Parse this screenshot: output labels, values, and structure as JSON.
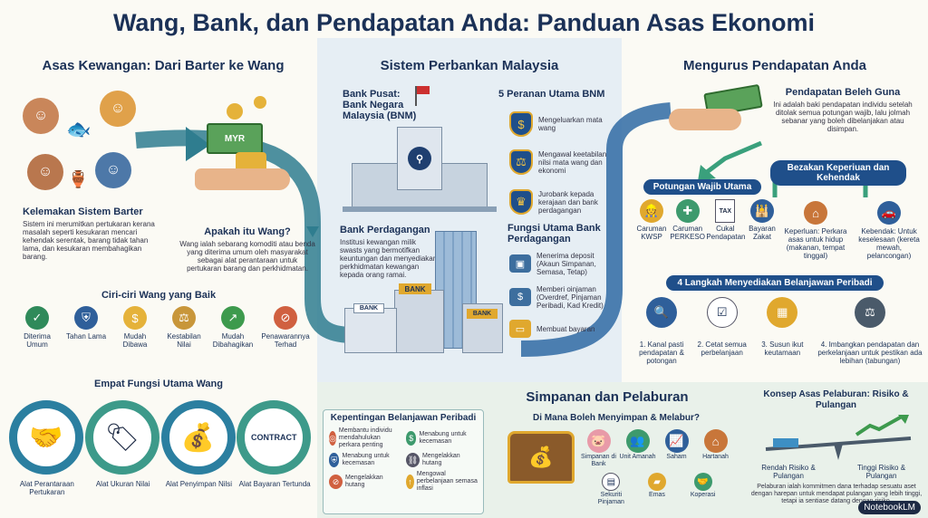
{
  "title": "Wang, Bank, dan Pendapatan Anda: Panduan Asas Ekonomi",
  "left": {
    "heading": "Asas Kewangan: Dari Barter ke Wang",
    "myr_label": "MYR",
    "barter": {
      "title": "Kelemakan Sistem Barter",
      "body": "Sistem ini merumitkan pertukaran kerana masalah seperti kesukaran mencari kehendak serentak, barang tidak tahan lama, dan kesukaran membahagikan barang."
    },
    "money": {
      "title": "Apakah itu Wang?",
      "body": "Wang ialah sebarang komoditi atau benda yang diterima umum oleh masyarakat sebagai alat perantaraan untuk pertukaran barang dan perkhidmatan."
    },
    "features_heading": "Ciri-ciri Wang yang Baik",
    "features": [
      "Diterima Umum",
      "Tahan Lama",
      "Mudah Dibawa",
      "Kestabilan Nilai",
      "Mudah Dibahagikan",
      "Penawarannya Terhad"
    ],
    "functions_heading": "Empat Fungsi Utama Wang",
    "functions": [
      "Alat Perantaraan Pertukaran",
      "Alat Ukuran Nilai",
      "Alat Penyimpan Nilsi",
      "Alat Bayaran Tertunda"
    ],
    "contract_label": "CONTRACT"
  },
  "middle": {
    "heading": "Sistem Perbankan Malaysia",
    "central": "Bank Pusat: Bank Negara Malaysia (BNM)",
    "bnm_roles_title": "5 Peranan Utama BNM",
    "bnm_roles": [
      "Mengeluarkan mata wang",
      "Mengawal keetabilan nilsi mata wang dan ekonomi",
      "Jurobank kepada kerajaan dan bank perdagangan"
    ],
    "commercial_title": "Bank Perdagangan",
    "commercial_body": "Institusi kewangan milik swasts yang bermotifkan keuntungan dan menyediakan perkhidmatan kewangan kepada orang ramai.",
    "bank_sign": "BANK",
    "functions_title": "Fungsi Utama Bank Perdagangan",
    "functions": [
      "Menerima deposit (Akaun Simpanan, Semasa, Tetap)",
      "Memberi oinjaman (Overdref, Pinjaman Peribadi, Kad Kredit)",
      "Membuat bayaran"
    ]
  },
  "right": {
    "heading": "Mengurus Pendapatan Anda",
    "disposable_title": "Pendapatan Beleh Guna",
    "disposable_body": "Ini adalah baki pendapatan individu setelah ditolak semua potungan wajib, lalu jolmah sebanar yang boleh dibelanjakan atau disimpan.",
    "deductions_title": "Potungan Wajib Utama",
    "deductions": [
      "Caruman KWSP",
      "Caruman PERKESO",
      "Cukal Pendapatan",
      "Bayaran Zakat"
    ],
    "tax_label": "TAX",
    "needs_title": "Bezakan Keperiuan dan Kehendak",
    "need": "Keperluan: Perkara asas untuk hidup (makanan, tempat tinggal)",
    "want": "Kebendak: Untuk keselesaan (kereta mewah, pelancongan)",
    "budget_title": "4 Langkah Menyediakan Belanjawan Peribadi",
    "budget_steps": [
      "1. Kanal pasti pendapatan & potongan",
      "2. Cetat semua perbelanjaan",
      "3. Susun ikut keutamaan",
      "4. Imbangkan pendapatan dan perkelanjaan untuk pestikan ada lebihan (tabungan)"
    ]
  },
  "bottom": {
    "heading": "Simpanan dan Pelaburan",
    "importance_title": "Kepentingan Belanjawan Peribadi",
    "importance": [
      "Membantu individu mendahulukan perkara penting",
      "Menabung untuk kecemasan",
      "Menabung untuk kecemasan",
      "Mengelakkan hutang",
      "Mengelakkan hutang",
      "Mengowal perbelanjaan semasa inflasi"
    ],
    "where_title": "Di Mana Boleh Menyimpan & Melabur?",
    "where": [
      "Simpanan di Bank",
      "Unit Amanah",
      "Saham",
      "Hartanah",
      "Sekuriti Pinjaman",
      "Emas",
      "Koperasi"
    ],
    "risk_title": "Konsep Asas Pelaburan: Risiko & Pulangan",
    "low": "Rendah Risiko & Pulangan",
    "high": "Tinggi Risiko & Pulangan",
    "risk_body": "Pelaburan ialah kommitmen dana terhadap sesuatu aset dengan harepan untuk mendapat pulangan yang lebih tinggi, tetapi ia sentiase datang dengan risiko."
  },
  "brand": "NotebookLM"
}
